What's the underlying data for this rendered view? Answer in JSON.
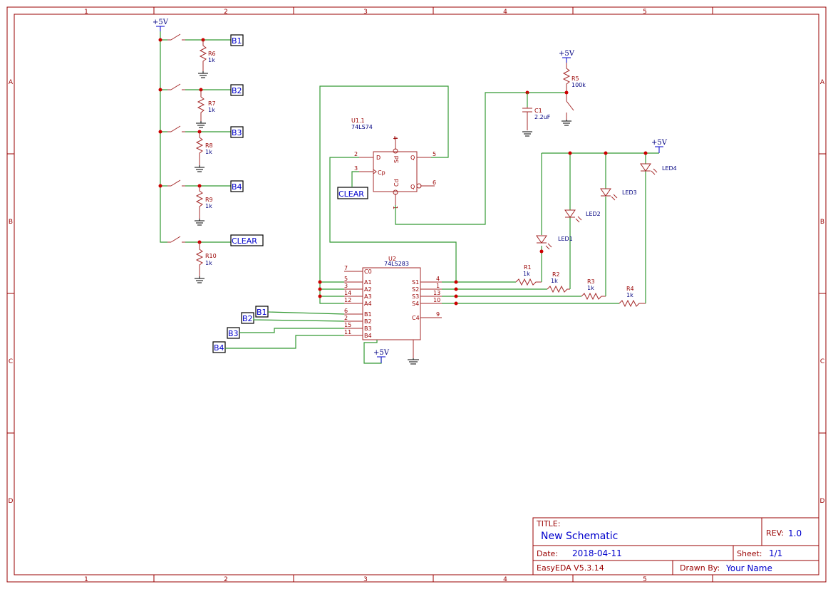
{
  "sheet": {
    "zones_cols": [
      "1",
      "2",
      "3",
      "4",
      "5"
    ],
    "zones_rows": [
      "A",
      "B",
      "C",
      "D"
    ]
  },
  "power_label": "+5V",
  "net_labels": {
    "b1": "B1",
    "b2": "B2",
    "b3": "B3",
    "b4": "B4",
    "clear": "CLEAR"
  },
  "resistors": [
    {
      "ref": "R6",
      "value": "1k"
    },
    {
      "ref": "R7",
      "value": "1k"
    },
    {
      "ref": "R8",
      "value": "1k"
    },
    {
      "ref": "R9",
      "value": "1k"
    },
    {
      "ref": "R10",
      "value": "1k"
    },
    {
      "ref": "R5",
      "value": "100k"
    },
    {
      "ref": "R1",
      "value": "1k"
    },
    {
      "ref": "R2",
      "value": "1k"
    },
    {
      "ref": "R3",
      "value": "1k"
    },
    {
      "ref": "R4",
      "value": "1k"
    }
  ],
  "capacitor": {
    "ref": "C1",
    "value": "2.2uF"
  },
  "leds": [
    "LED1",
    "LED2",
    "LED3",
    "LED4"
  ],
  "flipflop": {
    "ref": "U1.1",
    "part": "74LS74",
    "pins": {
      "d": "D",
      "cp": "Cp",
      "sd": "Sd",
      "cd": "Cd",
      "q": "Q",
      "qb": "Q"
    },
    "pin_numbers": {
      "d": "2",
      "cp": "3",
      "sd": "4",
      "cd": "1",
      "q": "5",
      "qb": "6"
    }
  },
  "adder": {
    "ref": "U2",
    "part": "74LS283",
    "left_pins": [
      {
        "name": "C0",
        "num": "7"
      },
      {
        "name": "A1",
        "num": "5"
      },
      {
        "name": "A2",
        "num": "3"
      },
      {
        "name": "A3",
        "num": "14"
      },
      {
        "name": "A4",
        "num": "12"
      },
      {
        "name": "B1",
        "num": "6"
      },
      {
        "name": "B2",
        "num": "2"
      },
      {
        "name": "B3",
        "num": "15"
      },
      {
        "name": "B4",
        "num": "11"
      }
    ],
    "right_pins": [
      {
        "name": "S1",
        "num": "4"
      },
      {
        "name": "S2",
        "num": "1"
      },
      {
        "name": "S3",
        "num": "13"
      },
      {
        "name": "S4",
        "num": "10"
      },
      {
        "name": "C4",
        "num": "9"
      }
    ]
  },
  "title_block": {
    "title_label": "TITLE:",
    "title": "New Schematic",
    "rev_label": "REV:",
    "rev": "1.0",
    "date_label": "Date:",
    "date": "2018-04-11",
    "sheet_label": "Sheet:",
    "sheet": "1/1",
    "tool": "EasyEDA V5.3.14",
    "drawn_label": "Drawn By:",
    "drawn_by": "Your Name"
  },
  "colors": {
    "frame": "#990000",
    "wire": "#339933",
    "component": "#a52a2a",
    "net_label": "#0000cc",
    "junction": "#cc0000"
  }
}
